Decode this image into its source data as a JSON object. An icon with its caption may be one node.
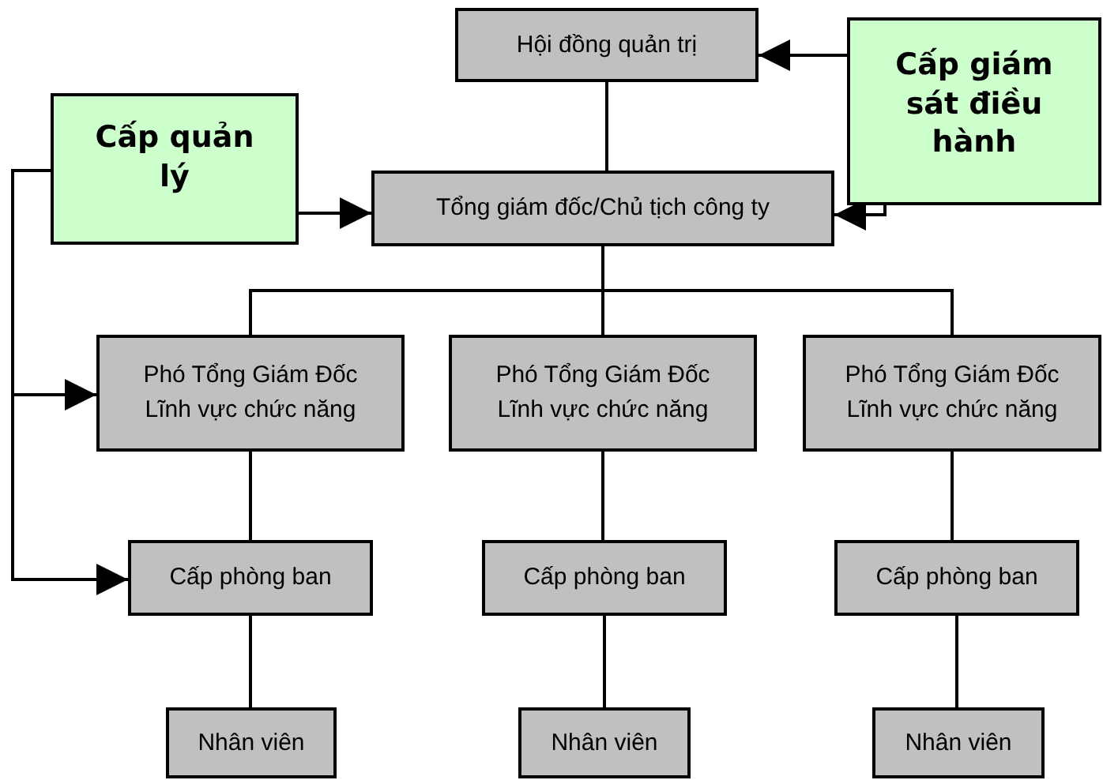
{
  "diagram": {
    "nodes": [
      {
        "text": [
          "Hội đồng quản trị"
        ]
      },
      {
        "text": [
          "Cấp giám sát điều hành"
        ]
      },
      {
        "text": [
          "Cấp quản lý"
        ]
      },
      {
        "text": [
          "Tổng giám đốc/Chủ tịch công ty"
        ]
      },
      {
        "text": [
          "Phó Tổng Giám Đốc Lĩnh vực chức năng"
        ]
      },
      {
        "text": [
          "Phó Tổng Giám Đốc Lĩnh vực chức năng"
        ]
      },
      {
        "text": [
          "Phó Tổng Giám Đốc Lĩnh vực chức năng"
        ]
      },
      {
        "text": [
          "Cấp phòng ban"
        ]
      },
      {
        "text": [
          "Cấp phòng ban"
        ]
      },
      {
        "text": [
          "Cấp phòng ban"
        ]
      },
      {
        "text": [
          "Nhân viên"
        ]
      },
      {
        "text": [
          "Nhân viên"
        ]
      },
      {
        "text": [
          "Nhân viên"
        ]
      }
    ],
    "edges": [
      {
        "from": 0,
        "to": 3,
        "arrow": "none"
      },
      {
        "from": 1,
        "to": 0,
        "arrow": "to"
      },
      {
        "from": 2,
        "to": 3,
        "arrow": "to"
      },
      {
        "from": 1,
        "to": 3,
        "arrow": "to"
      },
      {
        "from": 3,
        "to": 4,
        "arrow": "none"
      },
      {
        "from": 3,
        "to": 5,
        "arrow": "none"
      },
      {
        "from": 3,
        "to": 6,
        "arrow": "none"
      },
      {
        "from": 4,
        "to": 7,
        "arrow": "none"
      },
      {
        "from": 5,
        "to": 8,
        "arrow": "none"
      },
      {
        "from": 6,
        "to": 9,
        "arrow": "none"
      },
      {
        "from": 7,
        "to": 10,
        "arrow": "none"
      },
      {
        "from": 8,
        "to": 11,
        "arrow": "none"
      },
      {
        "from": 9,
        "to": 12,
        "arrow": "none"
      },
      {
        "from": 2,
        "to": 4,
        "arrow": "to"
      },
      {
        "from": 2,
        "to": 7,
        "arrow": "to"
      }
    ]
  }
}
